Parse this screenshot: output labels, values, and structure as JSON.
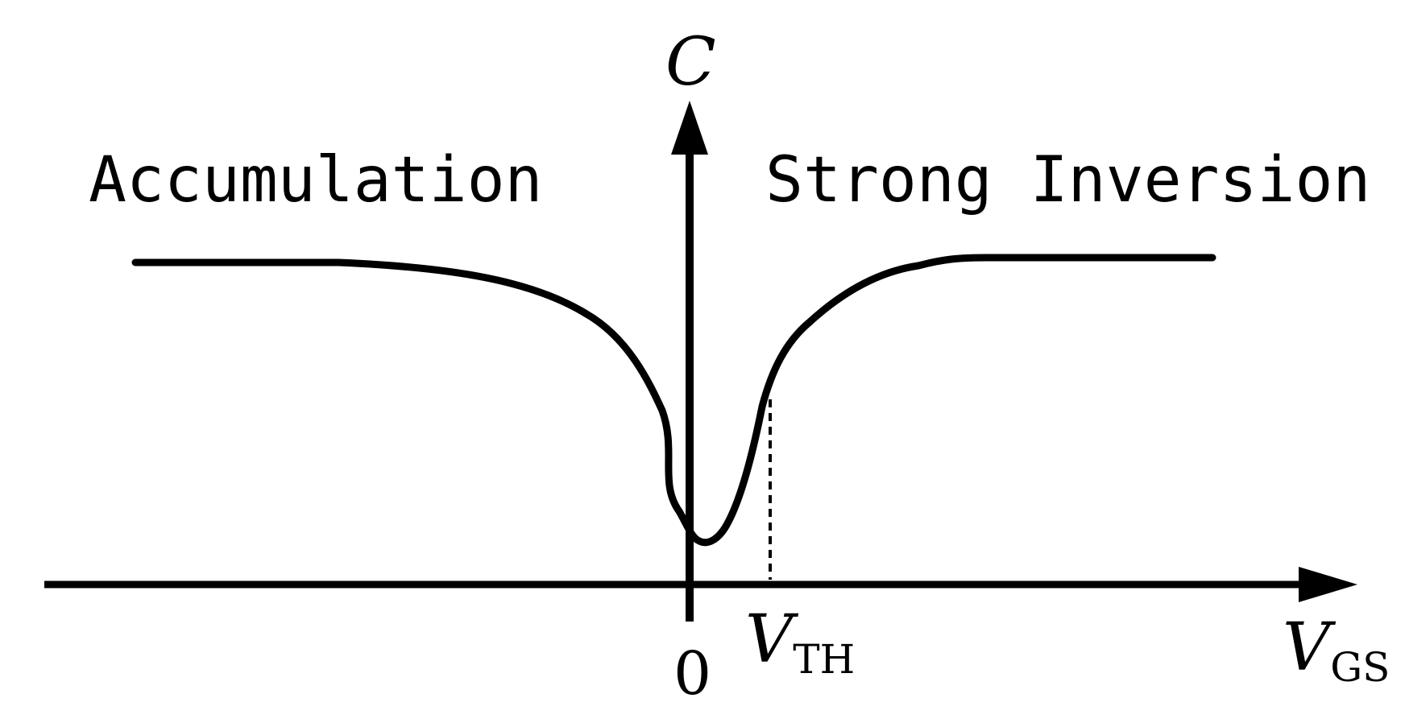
{
  "labels": {
    "accumulation": "Accumulation",
    "strong_inversion": "Strong Inversion",
    "y_axis_var": "C",
    "x_axis_var": "V",
    "x_axis_sub": "GS",
    "threshold_var": "V",
    "threshold_sub": "TH",
    "origin": "0"
  },
  "colors": {
    "ink": "#000000",
    "background": "#ffffff"
  }
}
